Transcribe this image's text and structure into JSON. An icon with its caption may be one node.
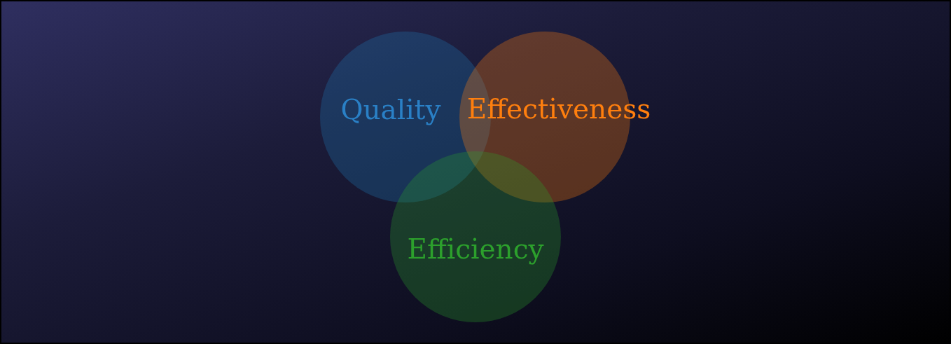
{
  "diagram": {
    "nodes": [
      {
        "text": [
          "Quality"
        ]
      },
      {
        "text": [
          "Effectiveness"
        ]
      },
      {
        "text": [
          "Efficiency"
        ]
      }
    ]
  }
}
